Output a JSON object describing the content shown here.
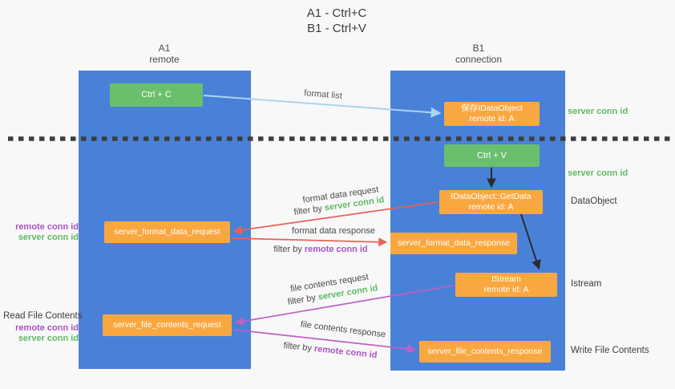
{
  "title": {
    "line1": "A1 - Ctrl+C",
    "line2": "B1 - Ctrl+V"
  },
  "lanes": {
    "left": {
      "name": "A1",
      "subtitle": "remote"
    },
    "right": {
      "name": "B1",
      "subtitle": "connection"
    }
  },
  "boxes": {
    "ctrl_c": "Ctrl + C",
    "save_idataobject_line1": "保存IDataObject",
    "save_idataobject_line2": "remote id: A",
    "ctrl_v": "Ctrl + V",
    "getdata_line1": "IDataObject::GetData",
    "getdata_line2": "remote id: A",
    "server_format_data_request": "server_format_data_request",
    "server_format_data_response": "server_format_data_response",
    "istream_line1": "IStream",
    "istream_line2": "remote id: A",
    "server_file_contents_request": "server_file_contents_request",
    "server_file_contents_response": "server_file_contents_response"
  },
  "labels": {
    "format_list": "format list",
    "format_data_request": "format data request",
    "format_data_response": "format data response",
    "file_contents_request": "file contents request",
    "file_contents_response": "file contents response",
    "filter_by": "filter by",
    "server_conn_id": "server conn id",
    "remote_conn_id": "remote conn id",
    "dataobject": "DataObject",
    "istream": "Istream",
    "read_file_contents": "Read File Contents",
    "write_file_contents": "Write File Contents"
  },
  "colors": {
    "lane_blue": "#4a81d8",
    "box_green": "#6abf6d",
    "box_orange": "#f9a841",
    "arrow_red": "#e96158",
    "arrow_magenta": "#c05fc3",
    "arrow_lightblue": "#a9d5f2",
    "arrow_black": "#2b2b2b",
    "text_green": "#5fba62",
    "text_purple": "#ab53c3",
    "dotted_line": "#3d3d3d"
  }
}
